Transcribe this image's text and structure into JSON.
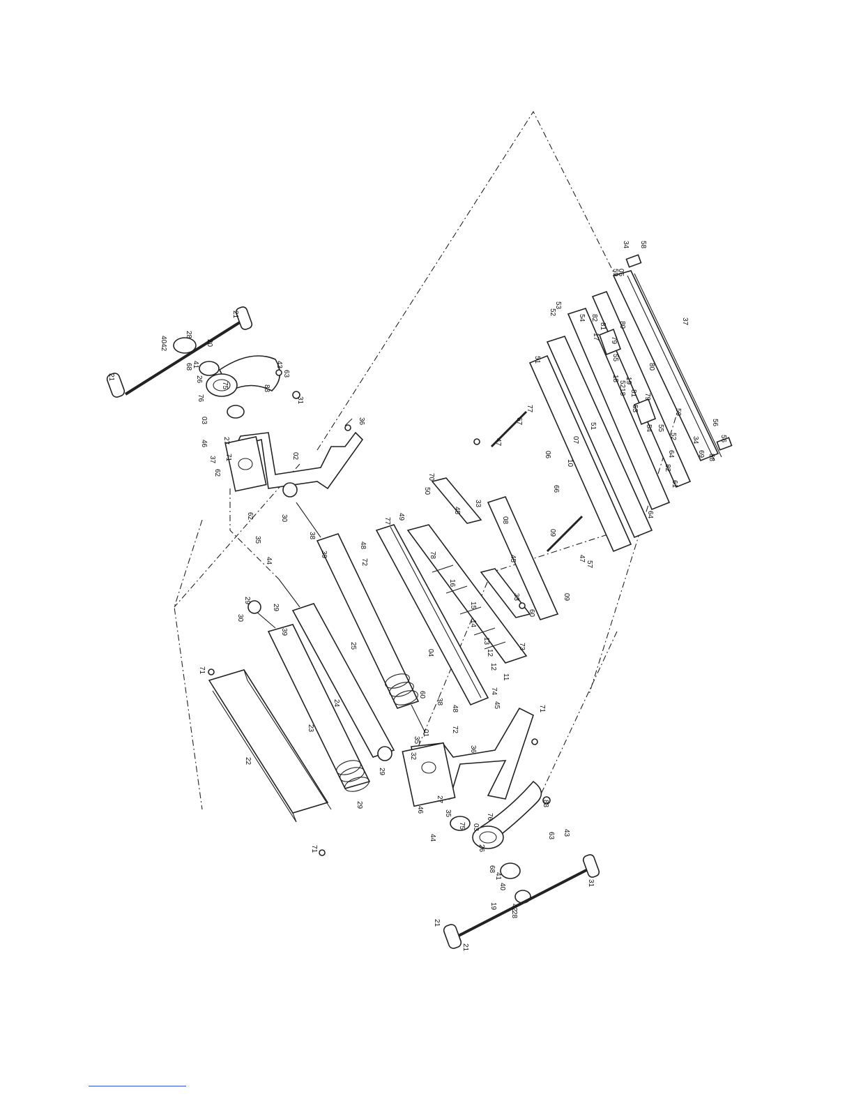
{
  "colors": {
    "ink": "#222222",
    "paper": "#ffffff",
    "footer_rule": "#2a4fd6"
  },
  "callouts": [
    "21",
    "21",
    "20",
    "28",
    "4042",
    "41",
    "68",
    "26",
    "76",
    "03",
    "75",
    "63",
    "43",
    "83",
    "31",
    "27",
    "46",
    "37",
    "71",
    "02",
    "36",
    "62",
    "62",
    "35",
    "44",
    "30",
    "38",
    "39",
    "29",
    "30",
    "29",
    "39",
    "71",
    "22",
    "23",
    "24",
    "25",
    "29",
    "29",
    "71",
    "70",
    "50",
    "49",
    "77",
    "48",
    "72",
    "45",
    "33",
    "78",
    "16",
    "15",
    "14",
    "13",
    "12",
    "12",
    "11",
    "73",
    "04",
    "74",
    "45",
    "48",
    "72",
    "38",
    "60",
    "08",
    "45",
    "33",
    "60",
    "09",
    "09",
    "47",
    "67",
    "77",
    "47",
    "57",
    "61",
    "66",
    "10",
    "06",
    "07",
    "51",
    "51",
    "64",
    "52",
    "53",
    "54",
    "82",
    "80",
    "81",
    "79",
    "55",
    "17",
    "18",
    "5218",
    "19",
    "80",
    "81",
    "79",
    "53",
    "54",
    "55",
    "52",
    "64",
    "82",
    "59",
    "34",
    "56",
    "69",
    "58",
    "34",
    "58",
    "56",
    "59",
    "05",
    "37",
    "32",
    "35",
    "01",
    "36",
    "71",
    "46",
    "44",
    "35",
    "27",
    "75",
    "76",
    "03",
    "26",
    "68",
    "41",
    "40",
    "42",
    "28",
    "19",
    "21",
    "21",
    "31",
    "83",
    "63",
    "43"
  ]
}
